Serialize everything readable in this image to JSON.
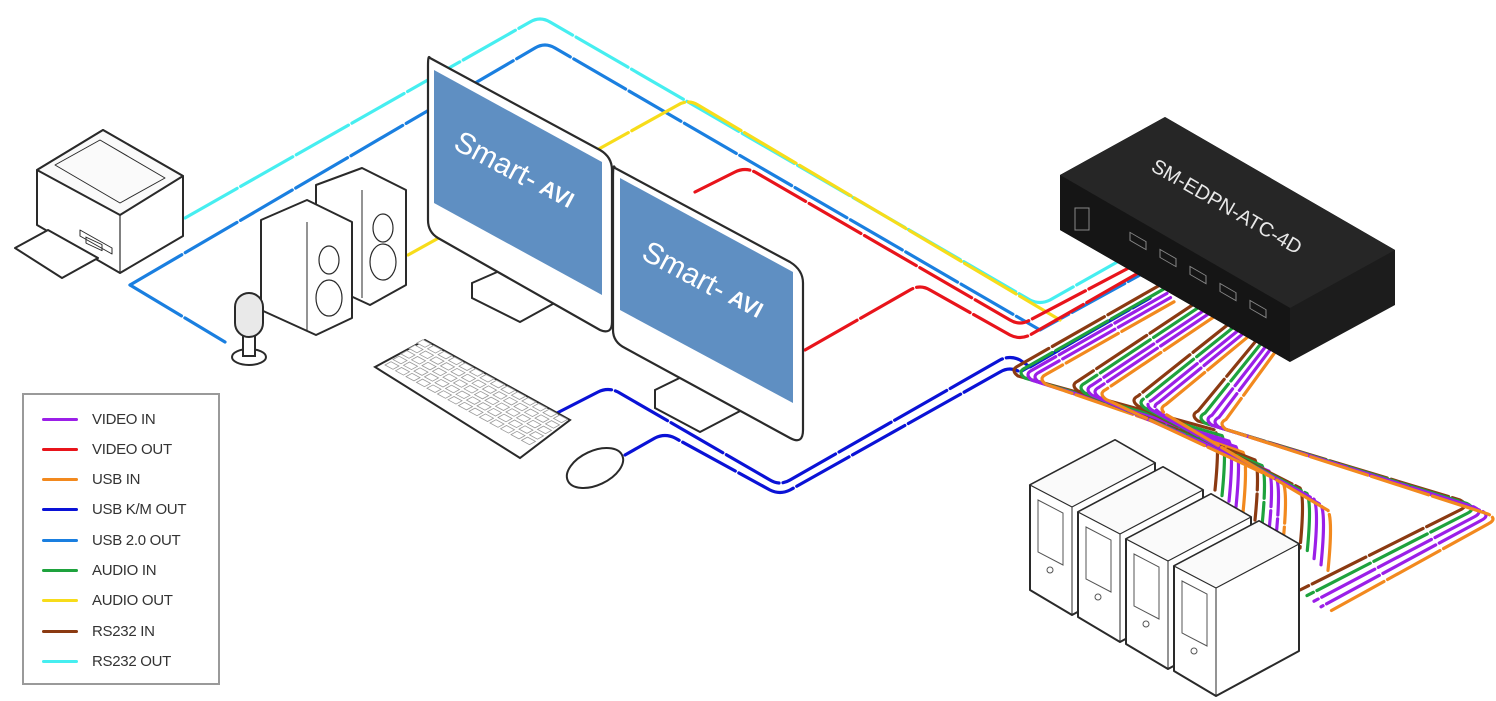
{
  "diagram": {
    "title": "Smart-AVI SM-EDPN-ATC-4D connection diagram",
    "switch": {
      "model_label": "SM-EDPN-ATC-4D",
      "color": "#1c1c1c"
    },
    "monitors": [
      {
        "brand_text": "Smart-",
        "brand_mark": "AVI",
        "screen_color": "#5f8fc2"
      },
      {
        "brand_text": "Smart-",
        "brand_mark": "AVI",
        "screen_color": "#5f8fc2"
      }
    ],
    "devices": {
      "printer": "printer",
      "speakers": "speakers",
      "microphone": "microphone",
      "keyboard": "keyboard",
      "mouse": "mouse",
      "computers_count": 4
    }
  },
  "legend": {
    "items": [
      {
        "label": "VIDEO IN",
        "color": "#9b1fe8"
      },
      {
        "label": "VIDEO OUT",
        "color": "#e8141b"
      },
      {
        "label": "USB IN",
        "color": "#f2891e"
      },
      {
        "label": "USB K/M OUT",
        "color": "#0a12d6"
      },
      {
        "label": "USB 2.0 OUT",
        "color": "#1a7fe0"
      },
      {
        "label": "AUDIO IN",
        "color": "#1ea23d"
      },
      {
        "label": "AUDIO OUT",
        "color": "#f7dc1a"
      },
      {
        "label": "RS232 IN",
        "color": "#8b3a12"
      },
      {
        "label": "RS232 OUT",
        "color": "#46eef0"
      }
    ]
  }
}
